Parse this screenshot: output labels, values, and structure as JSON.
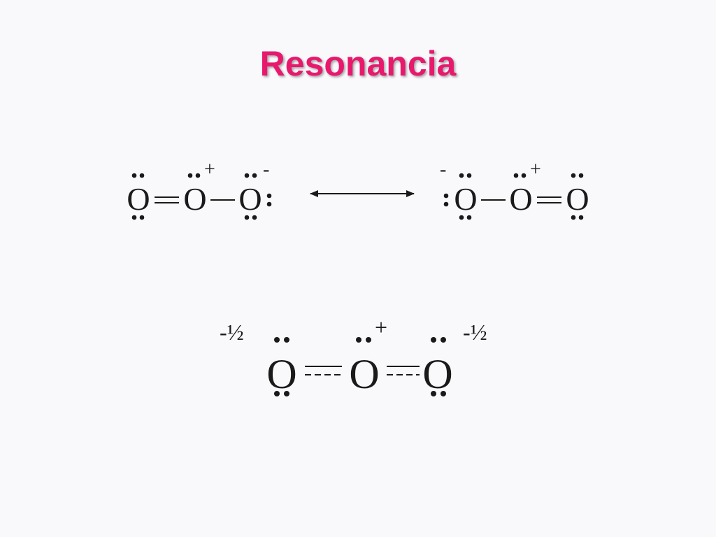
{
  "slide": {
    "title": "Resonancia",
    "title_color": "#e8196d",
    "text_color": "#1a1a1a"
  },
  "structure_a": {
    "atoms": [
      "O",
      "O",
      "O"
    ],
    "bonds": [
      "double",
      "single"
    ],
    "charges": {
      "center": "+",
      "right": "-"
    }
  },
  "structure_b": {
    "atoms": [
      "O",
      "O",
      "O"
    ],
    "bonds": [
      "single",
      "double"
    ],
    "charges": {
      "left": "-",
      "center": "+"
    }
  },
  "resonance_arrow": {
    "icon": "double-headed-arrow-icon"
  },
  "hybrid": {
    "atoms": [
      "O",
      "O",
      "O"
    ],
    "bonds": [
      "partial-double",
      "partial-double"
    ],
    "charges": {
      "left": "-½",
      "center": "+",
      "right": "-½"
    }
  }
}
